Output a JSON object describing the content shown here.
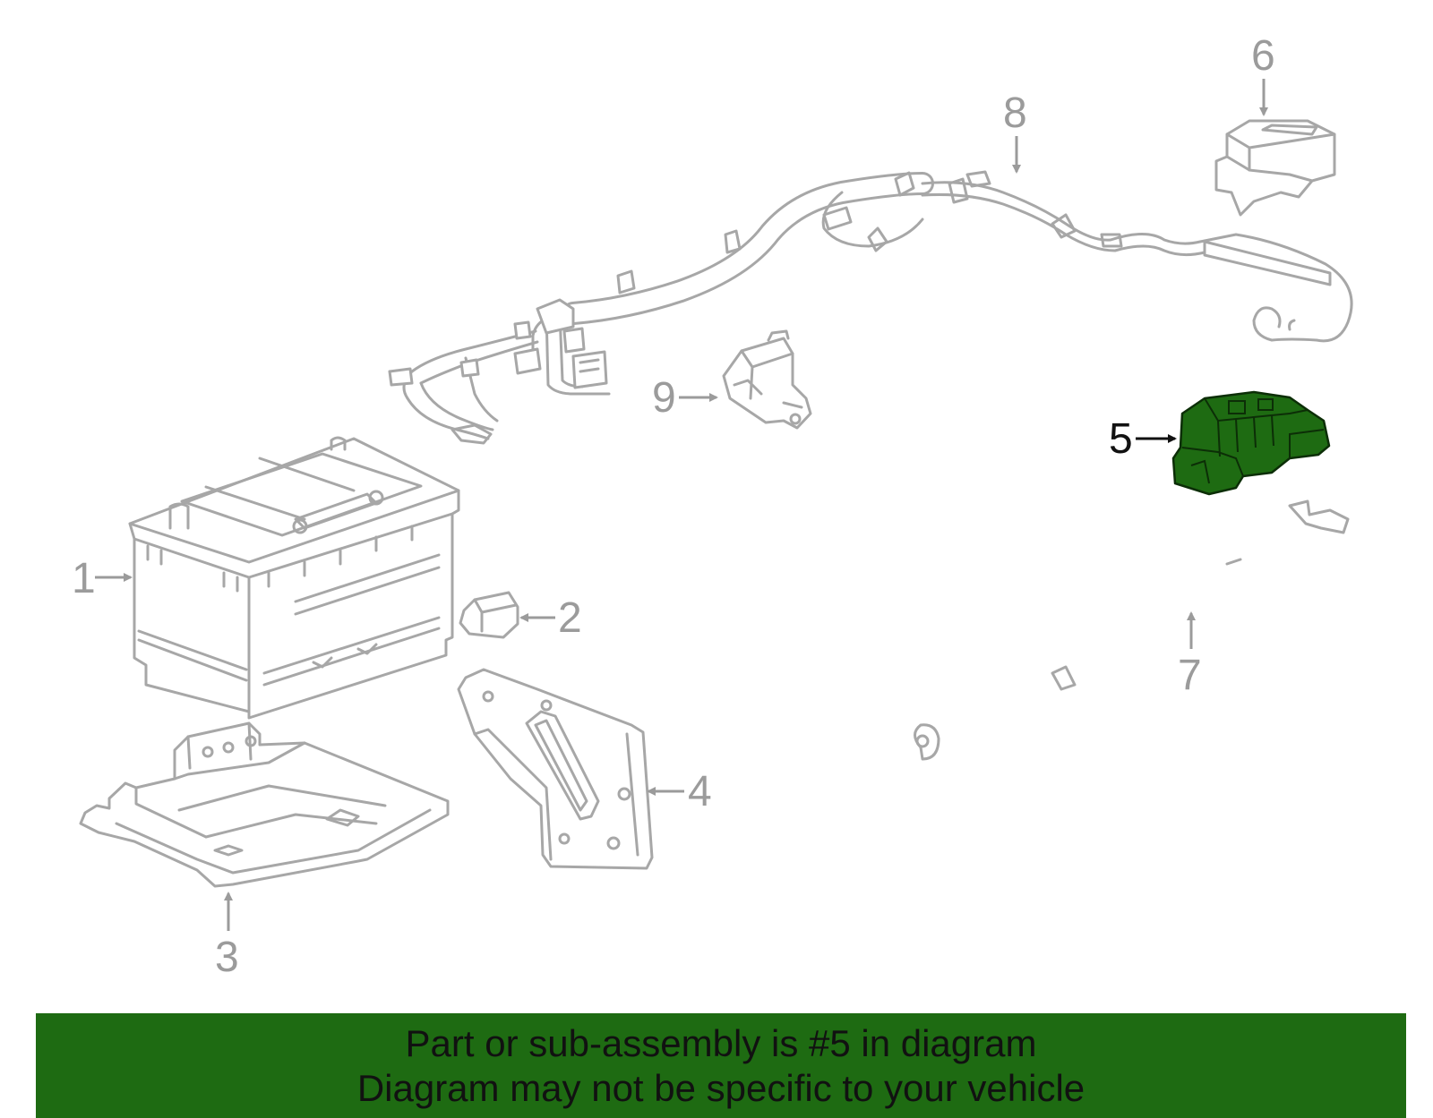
{
  "callouts": [
    "1",
    "2",
    "3",
    "4",
    "5",
    "6",
    "7",
    "8",
    "9"
  ],
  "highlighted_part": "5",
  "colors": {
    "highlight": "#1e6b12",
    "line_art": "#a7a7a7",
    "banner": "#1e6b12"
  },
  "banner": {
    "line1": "Part or sub-assembly is #5 in diagram",
    "line2": "Diagram may not be specific to your vehicle"
  }
}
